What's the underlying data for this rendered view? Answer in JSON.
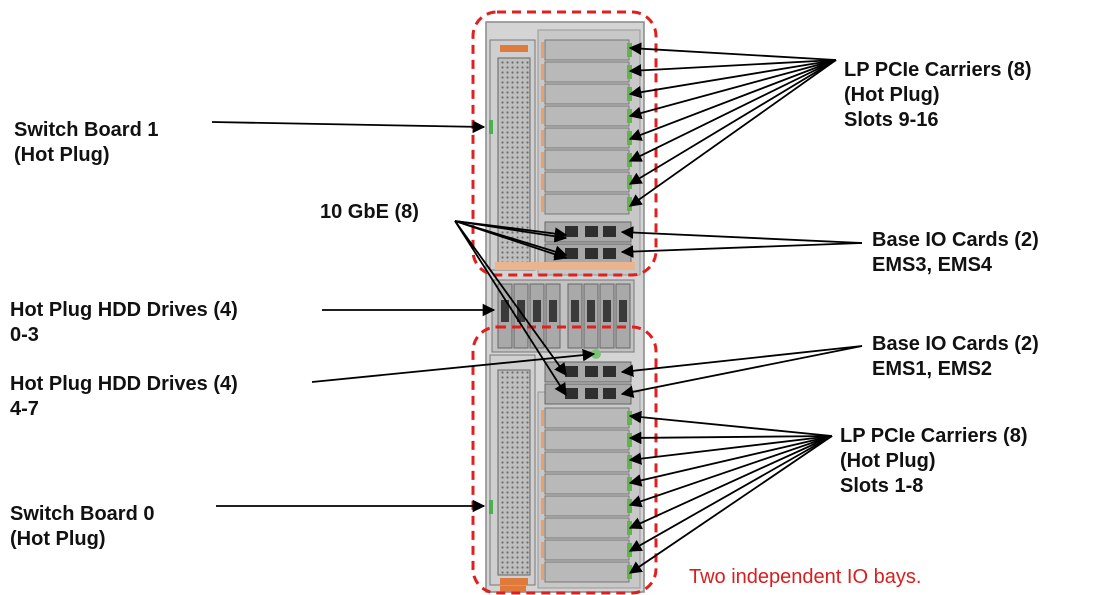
{
  "labels": {
    "switch_board_1": {
      "line1": "Switch Board 1",
      "line2": "(Hot Plug)"
    },
    "switch_board_0": {
      "line1": "Switch Board 0",
      "line2": "(Hot Plug)"
    },
    "gbe": {
      "line1": "10 GbE (8)"
    },
    "hdd_upper": {
      "line1": "Hot Plug HDD Drives (4)",
      "line2": "0-3"
    },
    "hdd_lower": {
      "line1": "Hot Plug HDD Drives (4)",
      "line2": "4-7"
    },
    "pcie_top": {
      "line1": "LP PCIe Carriers (8)",
      "line2": "(Hot Plug)",
      "line3": "Slots 9-16"
    },
    "base_io_top": {
      "line1": "Base IO Cards (2)",
      "line2": "EMS3, EMS4"
    },
    "base_io_bottom": {
      "line1": "Base IO Cards (2)",
      "line2": "EMS1, EMS2"
    },
    "pcie_bottom": {
      "line1": "LP PCIe Carriers (8)",
      "line2": "(Hot Plug)",
      "line3": "Slots 1-8"
    }
  },
  "note": "Two independent IO bays.",
  "colors": {
    "bay_outline": "#e02020",
    "note_text": "#d81e1e",
    "arrows": "#000000"
  }
}
